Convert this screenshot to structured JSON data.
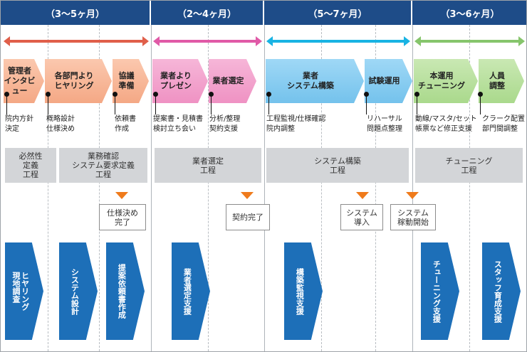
{
  "phases": [
    {
      "label": "（3～5ヶ月）",
      "color": "#e05f4a"
    },
    {
      "label": "（2～4ヶ月）",
      "color": "#e05aa7"
    },
    {
      "label": "（5～7ヶ月）",
      "color": "#19b3e3"
    },
    {
      "label": "（3～6ヶ月）",
      "color": "#86c56c"
    }
  ],
  "tasks": [
    {
      "label": "管理者\nインタビュー",
      "note": "院内方針\n決定"
    },
    {
      "label": "各部門より\nヒヤリング",
      "note": "概略設計\n仕様決め"
    },
    {
      "label": "協議\n準備",
      "note": "依頼書\n作成"
    },
    {
      "label": "業者より\nプレゼン",
      "note": "提案書・見積書\n検討立ち会い"
    },
    {
      "label": "業者選定",
      "note": "分析/整理\n契約支援"
    },
    {
      "label": "業者\nシステム構築",
      "note": "工程監視/仕様確認\n院内調整"
    },
    {
      "label": "試験運用",
      "note": "リハーサル\n問題点整理"
    },
    {
      "label": "本運用\nチューニング",
      "note": "動線/マスタ/セット\n帳票など修正支援"
    },
    {
      "label": "人員\n調整",
      "note": "クラーク配置\n部門間調整"
    }
  ],
  "processes": [
    {
      "label": "必然性\n定義\n工程"
    },
    {
      "label": "業務確認\nシステム要求定義\n工程"
    },
    {
      "label": "業者選定\n工程"
    },
    {
      "label": "システム構築\n工程"
    },
    {
      "label": "チューニング\n工程"
    }
  ],
  "milestones": [
    {
      "label": "仕様決め\n完了"
    },
    {
      "label": "契約完了"
    },
    {
      "label": "システム\n導入"
    },
    {
      "label": "システム\n稼動開始"
    }
  ],
  "supports": [
    {
      "label": "ヒヤリング\n現地調査"
    },
    {
      "label": "システム設計"
    },
    {
      "label": "提案依頼書作成"
    },
    {
      "label": "業者選定支援"
    },
    {
      "label": "構築監視支援"
    },
    {
      "label": "チューニング支援"
    },
    {
      "label": "スタッフ育成支援"
    }
  ],
  "colors": {
    "header": "#1e4c88",
    "orange_task": "#f4a885",
    "pink_task": "#ef92c3",
    "blue_task": "#74c2ec",
    "green_task": "#aad98c",
    "process": "#d3d5d8",
    "milestone_marker": "#ef7b1c",
    "support": "#1d6fb8"
  }
}
